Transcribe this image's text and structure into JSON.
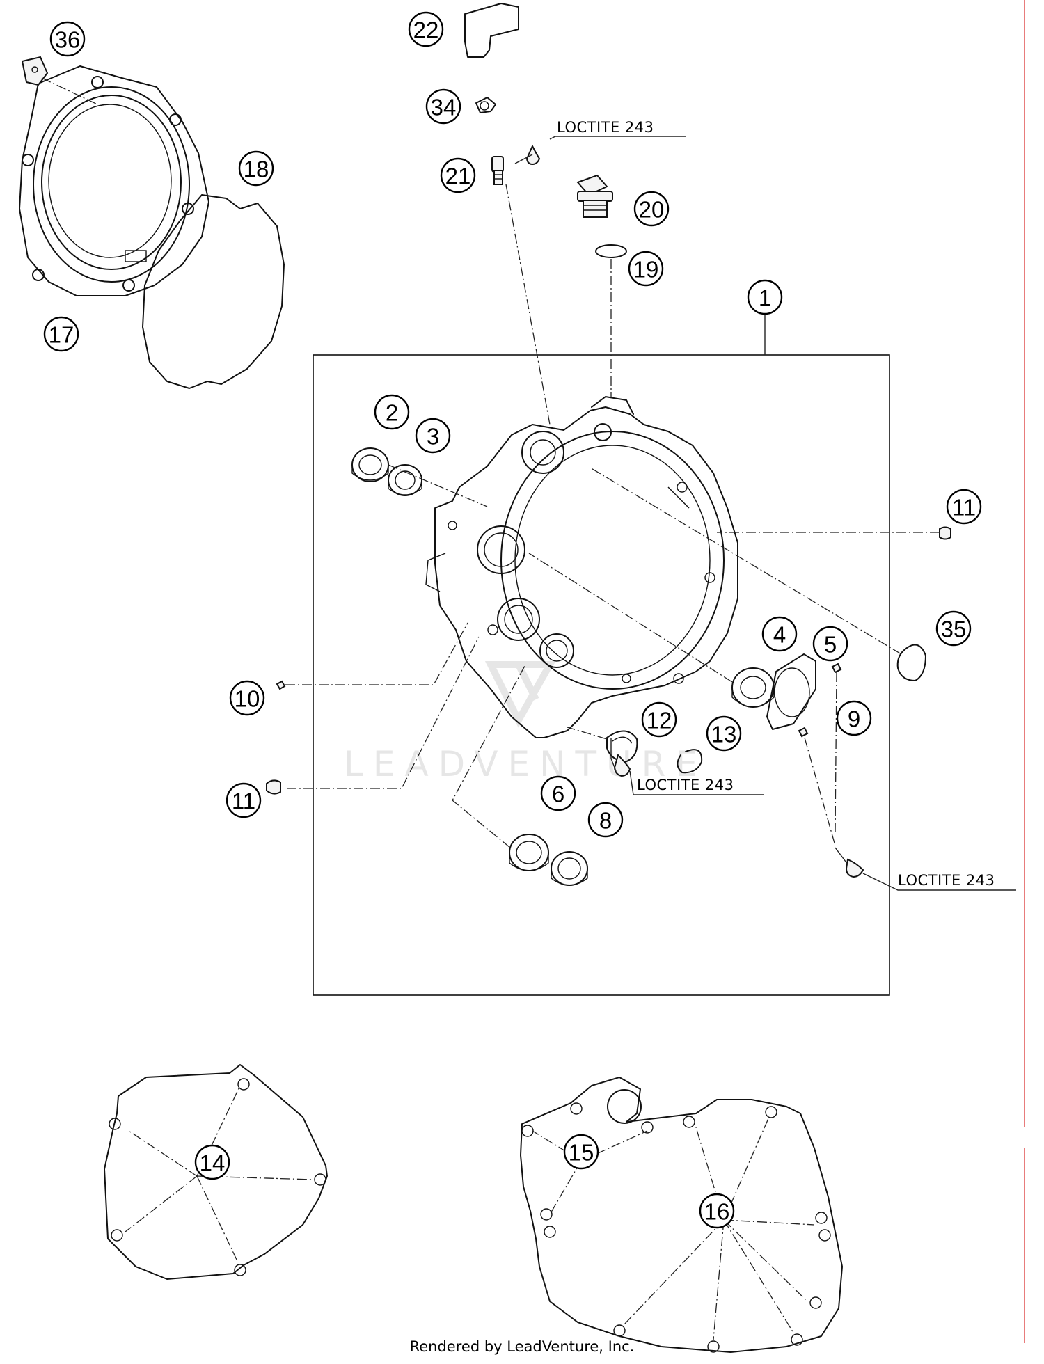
{
  "callouts": {
    "c1": "1",
    "c2": "2",
    "c3": "3",
    "c4": "4",
    "c5": "5",
    "c6": "6",
    "c8": "8",
    "c9": "9",
    "c10": "10",
    "c11a": "11",
    "c11b": "11",
    "c12": "12",
    "c13": "13",
    "c14": "14",
    "c15": "15",
    "c16": "16",
    "c17": "17",
    "c18": "18",
    "c19": "19",
    "c20": "20",
    "c21": "21",
    "c22": "22",
    "c34": "34",
    "c35": "35",
    "c36": "36"
  },
  "notes": {
    "loctite_top": "LOCTITE 243",
    "loctite_mid": "LOCTITE 243",
    "loctite_right": "LOCTITE 243"
  },
  "watermark": "LEADVENTURE",
  "footer": "Rendered by LeadVenture, Inc."
}
